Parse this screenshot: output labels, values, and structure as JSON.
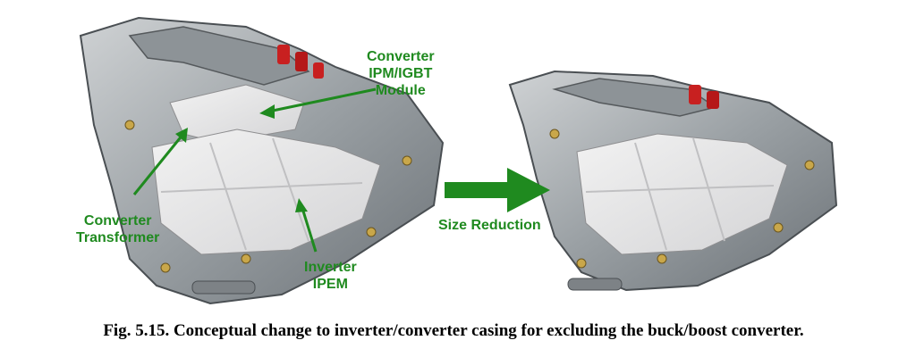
{
  "figure": {
    "labels": {
      "converter_ipm": [
        "Converter",
        "IPM/IGBT",
        "Module"
      ],
      "converter_transformer": [
        "Converter",
        "Transformer"
      ],
      "inverter_ipem": [
        "Inverter",
        "IPEM"
      ],
      "size_reduction": "Size Reduction"
    },
    "caption": "Fig. 5.15. Conceptual change to inverter/converter casing for excluding the buck/boost converter.",
    "colors": {
      "label": "#1f8a1f",
      "arrow": "#1f8a1f"
    }
  }
}
